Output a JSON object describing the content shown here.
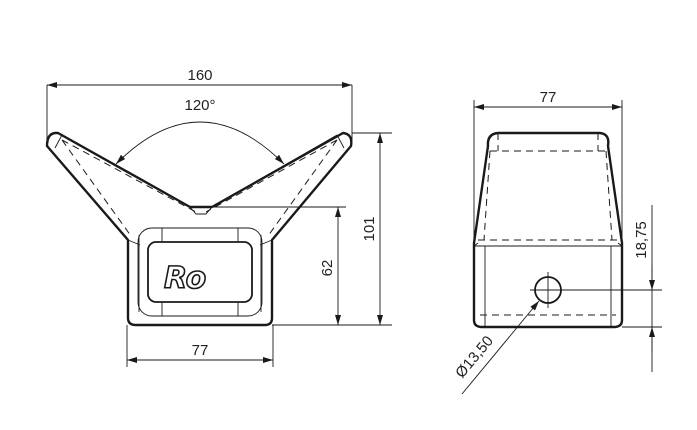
{
  "front_view": {
    "width_label": "160",
    "angle_label": "120°",
    "inner_height_label": "62",
    "total_height_label": "101",
    "base_width_label": "77",
    "logo_text": "Ro"
  },
  "side_view": {
    "width_label": "77",
    "hole_height_label": "18,75",
    "hole_diameter_label": "Ø13,50"
  }
}
